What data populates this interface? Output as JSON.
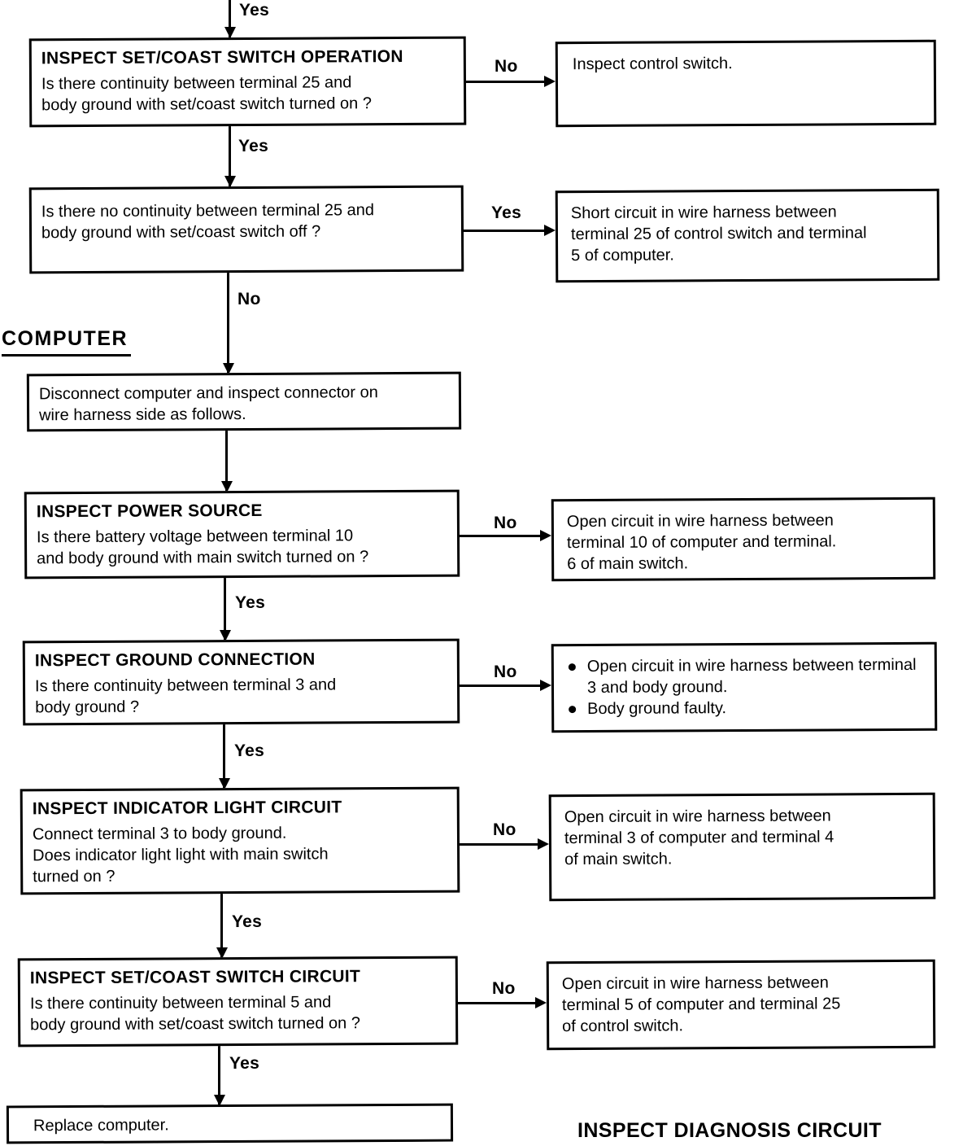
{
  "flow": {
    "section_heading": "COMPUTER",
    "footer_title": "INSPECT DIAGNOSIS CIRCUIT",
    "labels": {
      "yes": "Yes",
      "no": "No"
    },
    "steps": [
      {
        "title": "INSPECT SET/COAST SWITCH OPERATION",
        "lines": [
          "Is there continuity between terminal 25 and",
          "body ground with set/coast switch turned on ?"
        ]
      },
      {
        "lines": [
          "Is there no continuity between terminal 25 and",
          "body ground with set/coast switch off ?"
        ]
      },
      {
        "lines": [
          "Disconnect computer and inspect connector on",
          "wire harness side as follows."
        ]
      },
      {
        "title": "INSPECT POWER SOURCE",
        "lines": [
          "Is there battery voltage between terminal 10",
          "and body ground with main switch turned on ?"
        ]
      },
      {
        "title": "INSPECT GROUND CONNECTION",
        "lines": [
          "Is there continuity between terminal 3 and",
          "body ground ?"
        ]
      },
      {
        "title": "INSPECT INDICATOR LIGHT CIRCUIT",
        "lines": [
          "Connect terminal 3 to body ground.",
          "Does indicator light light with main switch",
          "turned on ?"
        ]
      },
      {
        "title": "INSPECT SET/COAST SWITCH CIRCUIT",
        "lines": [
          "Is there continuity between terminal 5 and",
          "body ground with set/coast switch turned on ?"
        ]
      },
      {
        "lines": [
          "Replace computer."
        ]
      }
    ],
    "results": [
      {
        "lines": [
          "Inspect control switch."
        ]
      },
      {
        "lines": [
          "Short circuit in wire harness between",
          "terminal 25 of control switch and terminal",
          "5 of computer."
        ]
      },
      {
        "lines": [
          "Open circuit in wire harness between",
          "terminal 10 of computer and terminal.",
          "6 of main switch."
        ]
      },
      {
        "bullets": [
          "Open circuit in wire harness between terminal 3 and body ground.",
          "Body ground faulty."
        ]
      },
      {
        "lines": [
          "Open circuit in wire harness between",
          "terminal 3 of computer and terminal 4",
          "of main switch."
        ]
      },
      {
        "lines": [
          "Open circuit in wire harness between",
          "terminal 5 of computer and terminal 25",
          "of control switch."
        ]
      }
    ]
  }
}
